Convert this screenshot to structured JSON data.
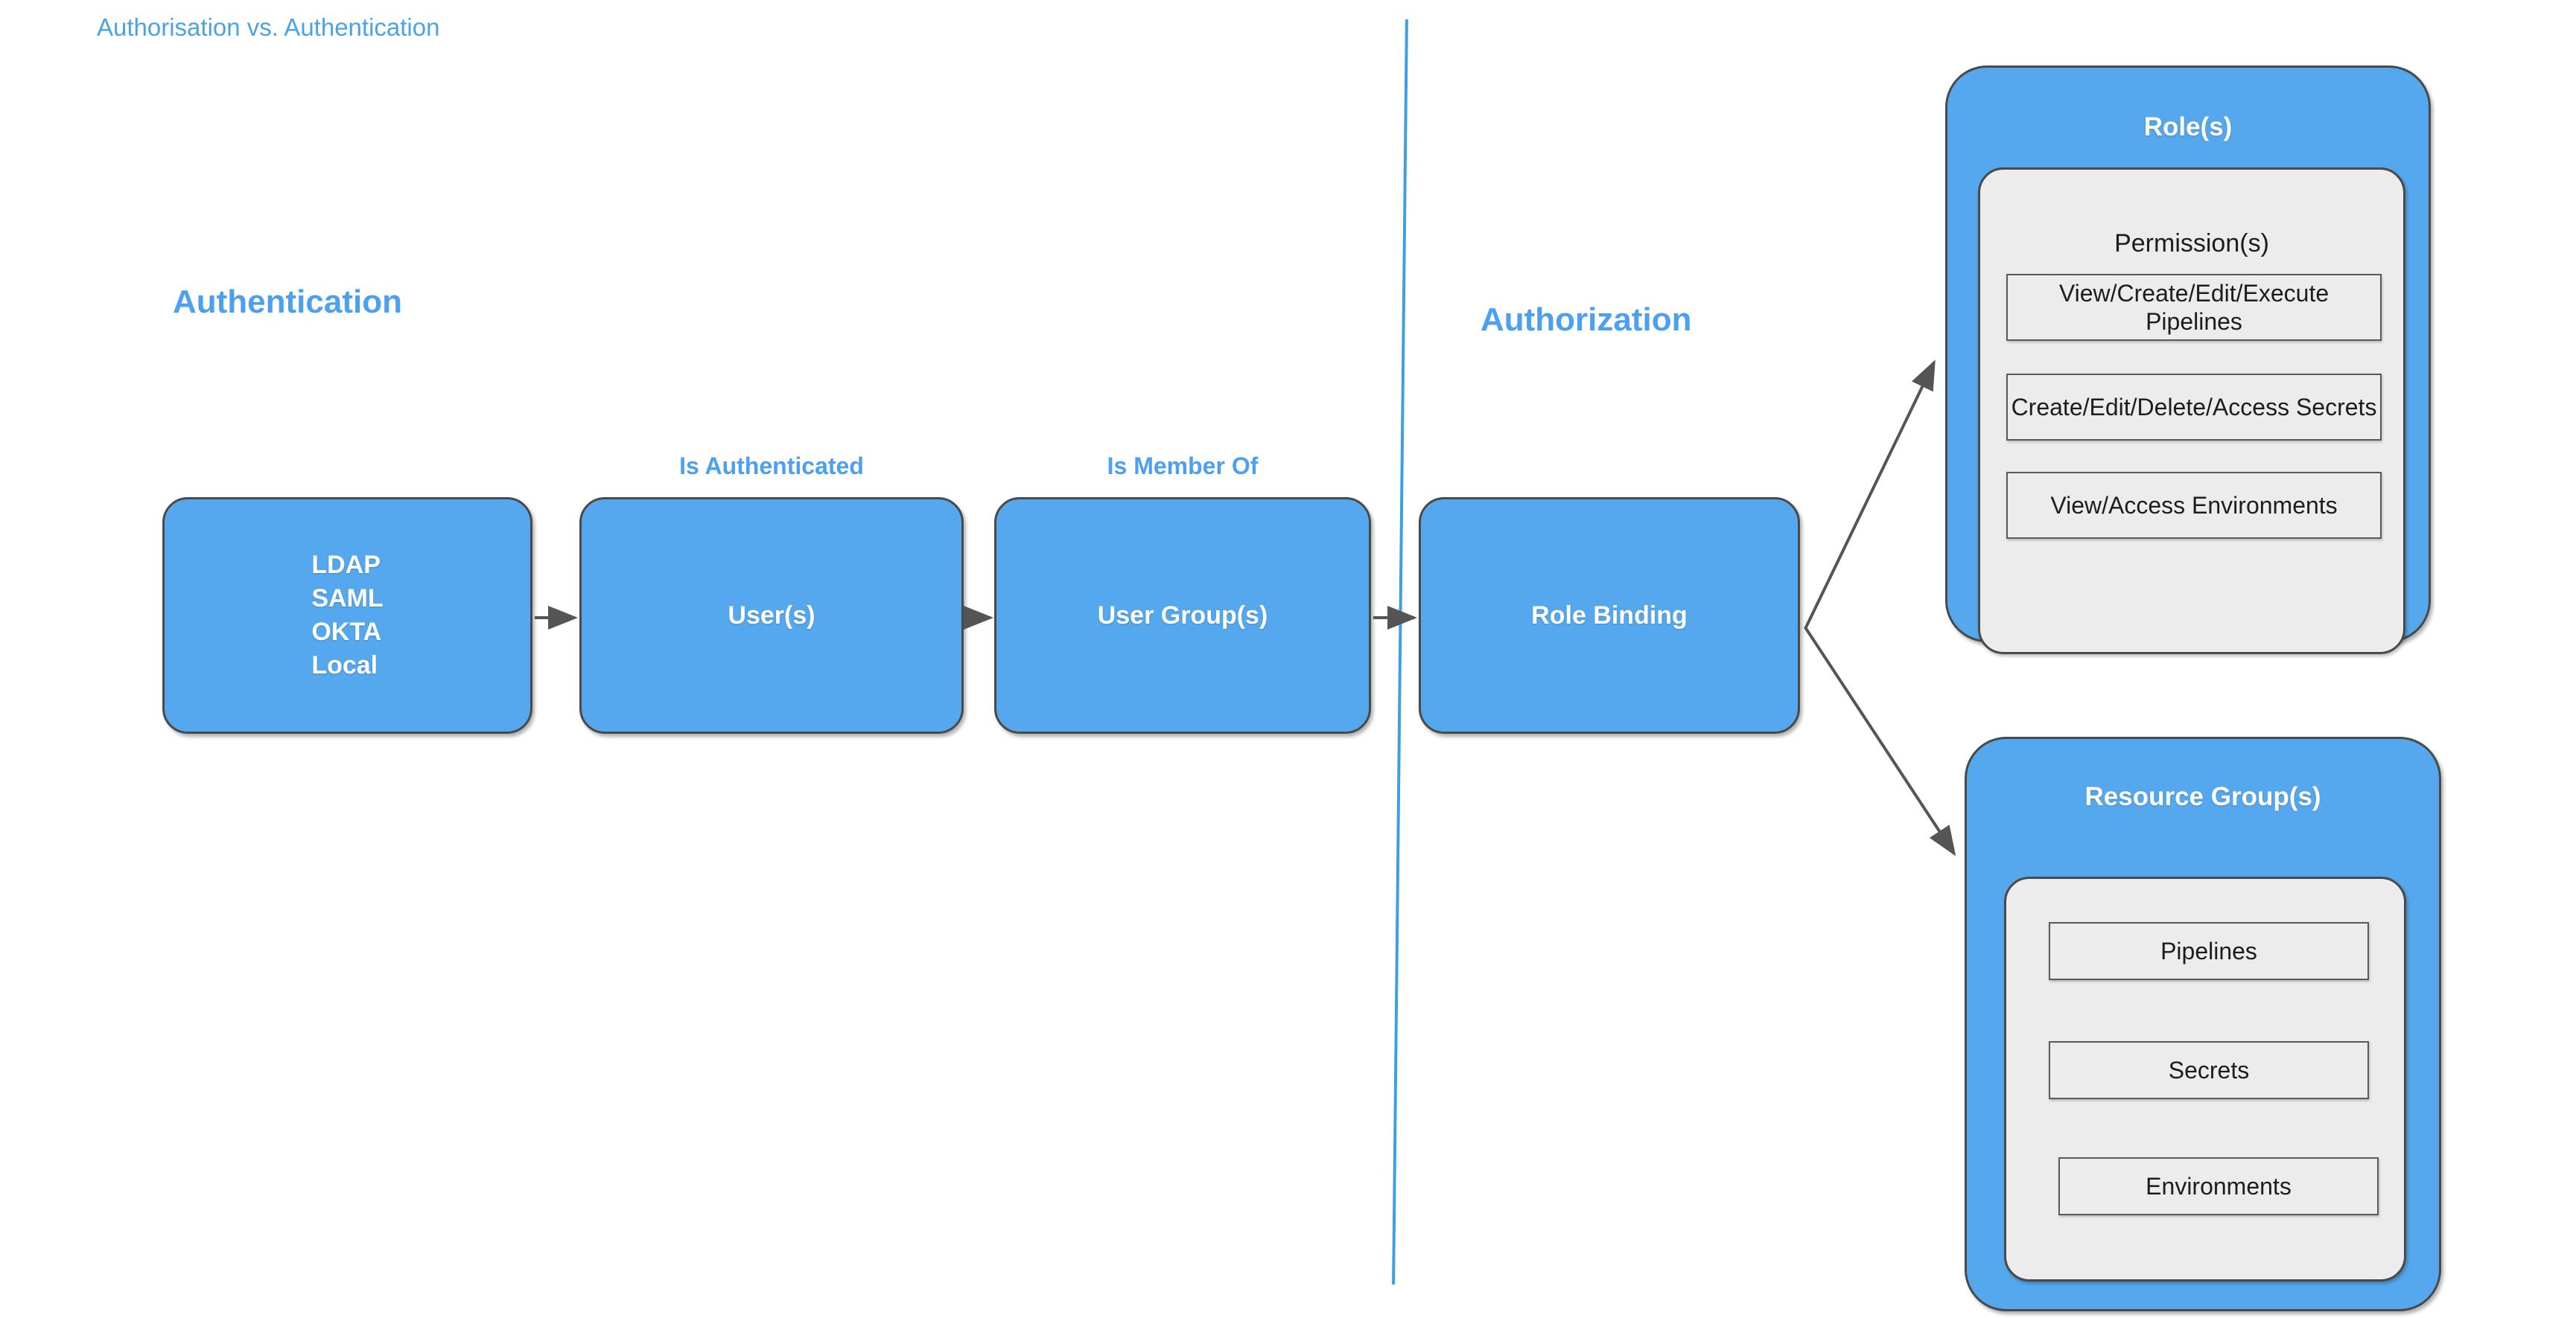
{
  "document": {
    "title": "Authorisation vs. Authentication"
  },
  "sections": {
    "authentication": {
      "heading": "Authentication"
    },
    "authorization": {
      "heading": "Authorization"
    }
  },
  "flow": {
    "boxes": [
      {
        "name": "identity-providers",
        "lines": [
          "LDAP",
          "SAML",
          "OKTA",
          "Local"
        ]
      },
      {
        "name": "users",
        "label": "User(s)"
      },
      {
        "name": "user-groups",
        "label": "User Group(s)"
      },
      {
        "name": "role-binding",
        "label": "Role Binding"
      }
    ],
    "edge_labels": [
      {
        "name": "is-authenticated",
        "label": "Is Authenticated"
      },
      {
        "name": "is-member-of",
        "label": "Is Member Of"
      }
    ]
  },
  "roles_panel": {
    "title": "Role(s)",
    "inner_title": "Permission(s)",
    "permissions": [
      "View/Create/Edit/Execute Pipelines",
      "Create/Edit/Delete/Access Secrets",
      "View/Access Environments"
    ]
  },
  "resource_groups_panel": {
    "title": "Resource Group(s)",
    "resources": [
      "Pipelines",
      "Secrets",
      "Environments"
    ]
  },
  "colors": {
    "box_fill": "#55a8ed",
    "box_stroke": "#4a4a4a",
    "accent_blue": "#4d9ff0",
    "title_blue": "#4ba3e3",
    "inner_fill": "#ececec",
    "connector": "#555555",
    "divider": "#3ea0e0"
  }
}
